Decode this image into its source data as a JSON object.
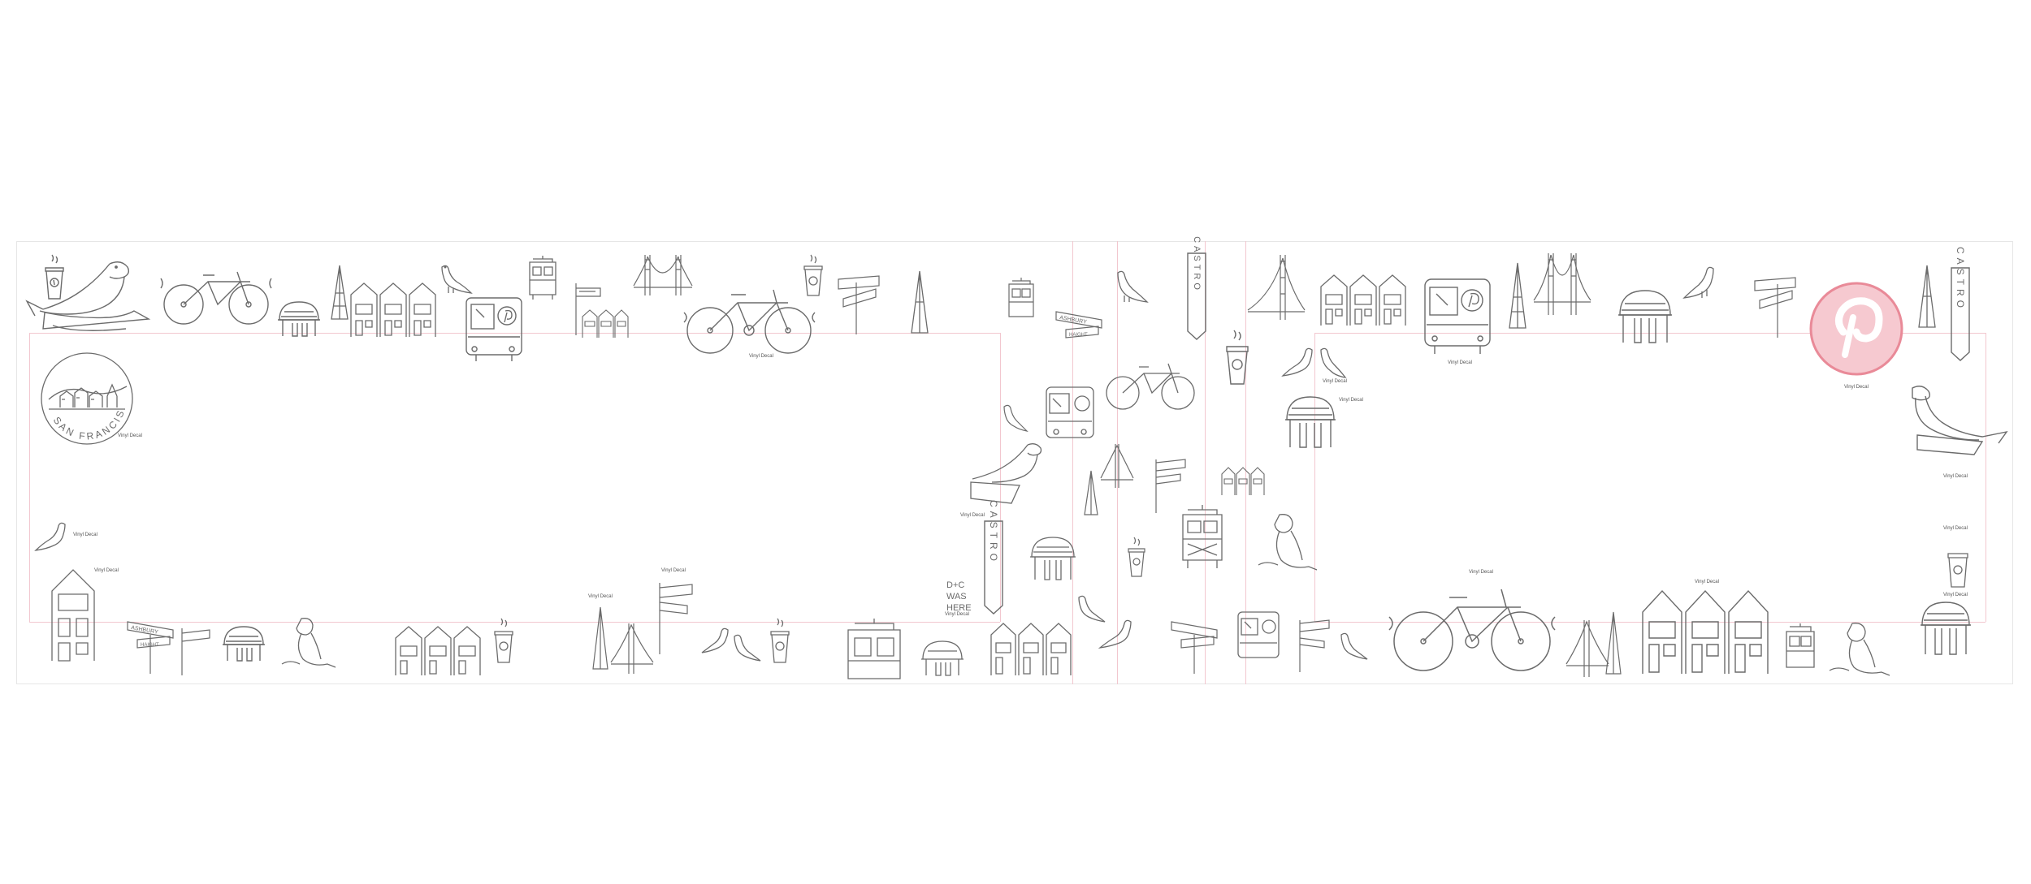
{
  "decal_label": "Vinyl Decal",
  "colors": {
    "sketch_stroke": "#6b6b6b",
    "guide_line": "#f2c7cf",
    "frame_line": "#e6e6e6",
    "pinterest_red": "#e98a98"
  },
  "badge": {
    "text": "SAN FRANCISCO"
  },
  "street_sign": {
    "line1": "ASHBURY",
    "line2": "HAIGHT"
  },
  "castro_sign": {
    "text": "CASTRO"
  },
  "graffiti": {
    "line1": "D+C",
    "line2": "WAS",
    "line3": "HERE"
  },
  "icons": [
    "coffee-cup-icon",
    "sea-lion-icon",
    "bicycle-icon",
    "observatory-dome-icon",
    "transamerica-pyramid-icon",
    "painted-ladies-houses-icon",
    "pigeon-icon",
    "muni-bus-icon",
    "cable-car-icon",
    "golden-gate-bridge-icon",
    "street-sign-icon",
    "castro-sign-icon",
    "pinterest-logo-icon",
    "victorian-house-icon",
    "san-francisco-badge-icon"
  ]
}
